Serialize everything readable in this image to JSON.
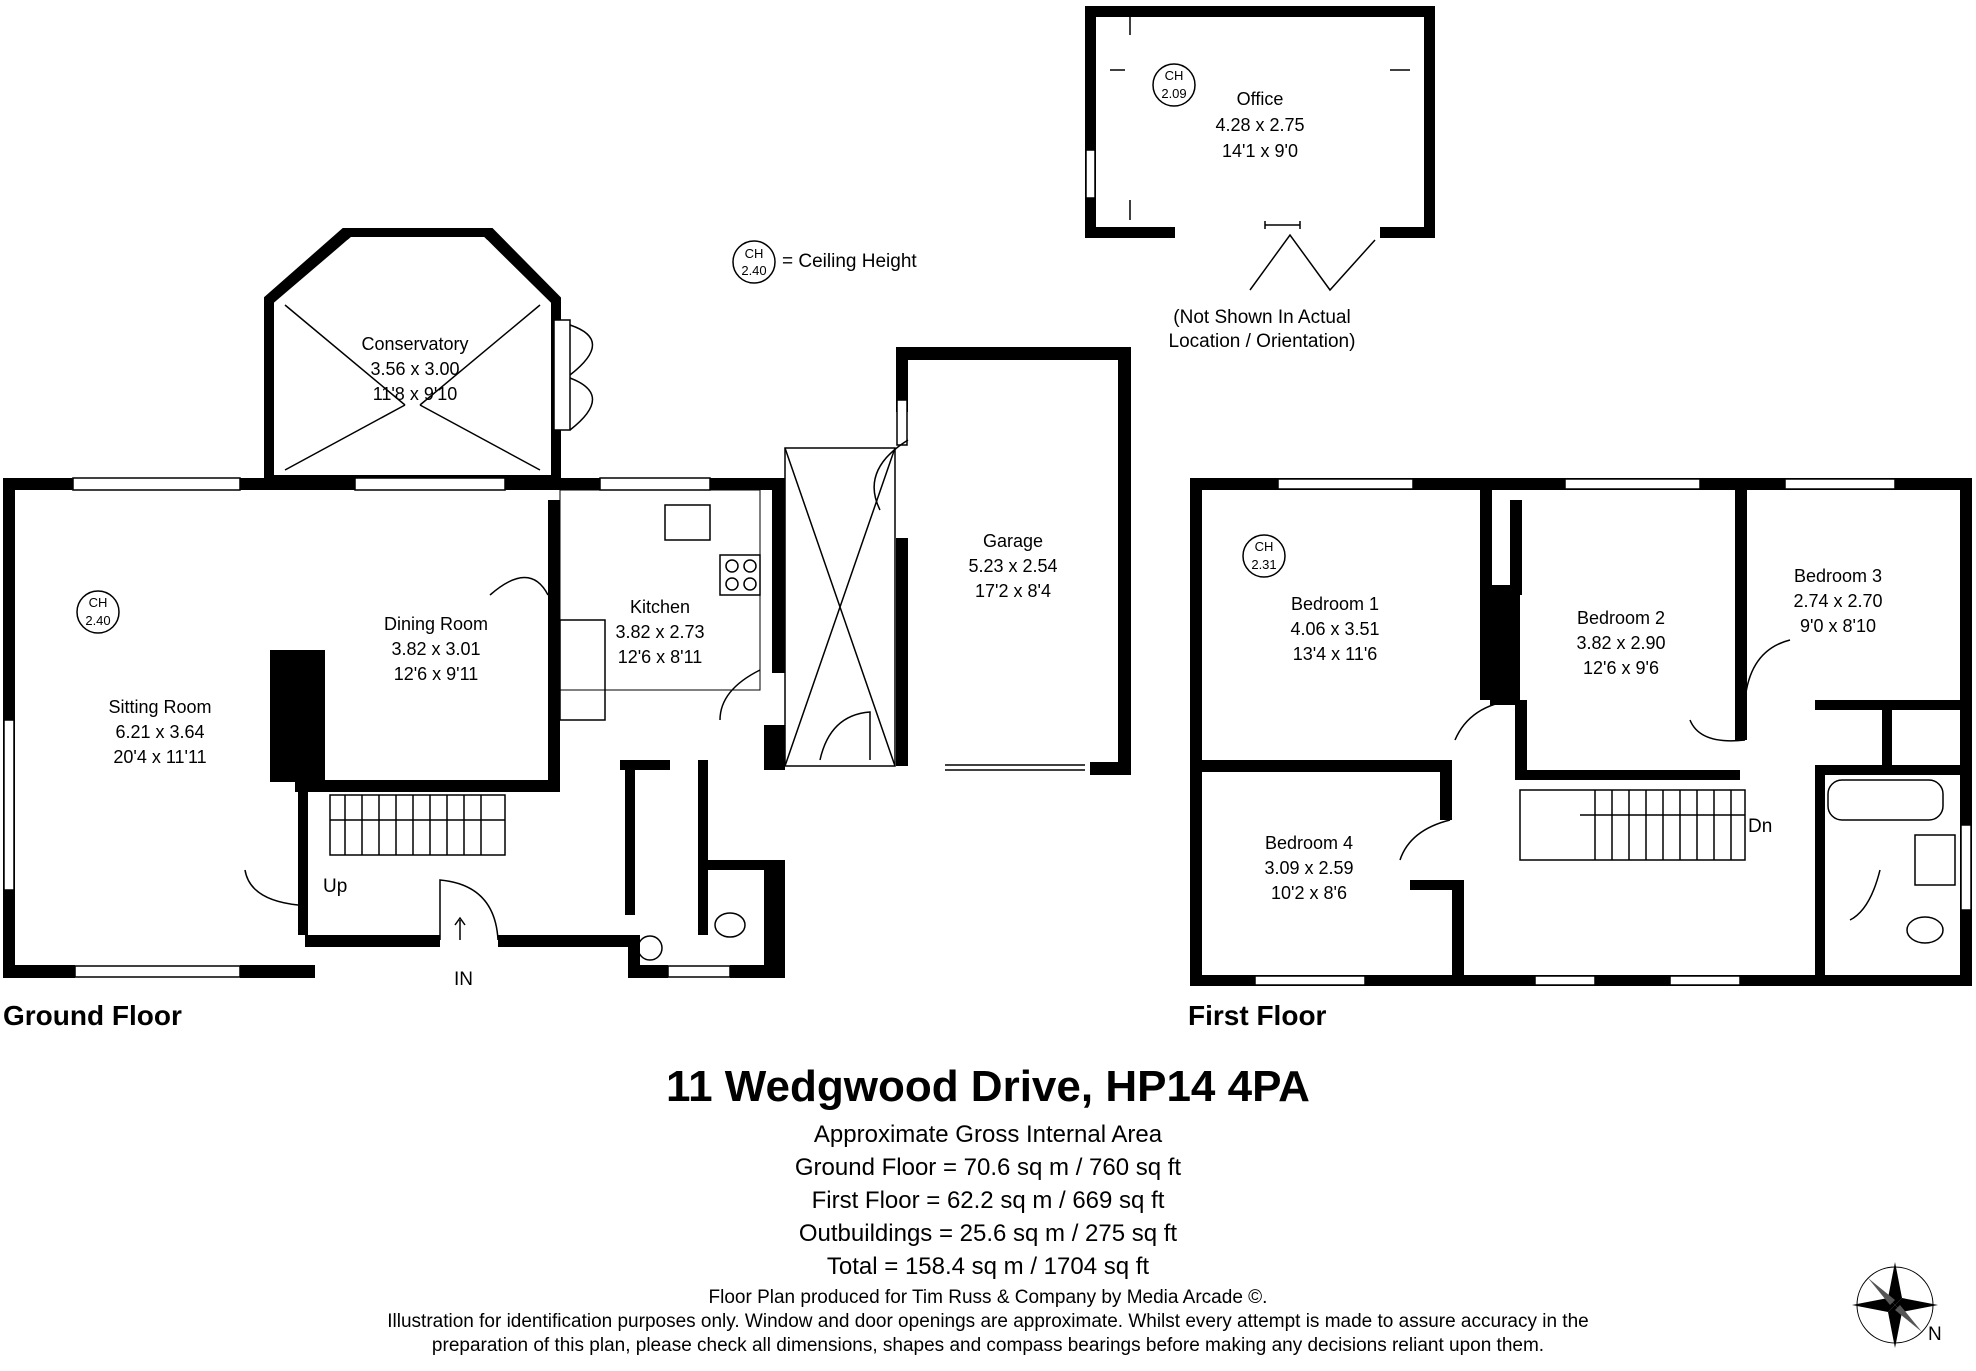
{
  "legend": {
    "ch_value": "2.40",
    "ch_abbr": "CH",
    "text": "= Ceiling Height"
  },
  "rooms": {
    "office": {
      "name": "Office",
      "metric": "4.28 x 2.75",
      "imperial": "14'1 x 9'0",
      "ch": "2.09"
    },
    "conservatory": {
      "name": "Conservatory",
      "metric": "3.56 x 3.00",
      "imperial": "11'8 x 9'10"
    },
    "garage": {
      "name": "Garage",
      "metric": "5.23 x 2.54",
      "imperial": "17'2 x 8'4"
    },
    "sitting": {
      "name": "Sitting Room",
      "metric": "6.21 x 3.64",
      "imperial": "20'4 x 11'11",
      "ch": "2.40"
    },
    "dining": {
      "name": "Dining Room",
      "metric": "3.82 x 3.01",
      "imperial": "12'6 x 9'11"
    },
    "kitchen": {
      "name": "Kitchen",
      "metric": "3.82 x 2.73",
      "imperial": "12'6 x 8'11"
    },
    "bedroom1": {
      "name": "Bedroom 1",
      "metric": "4.06 x 3.51",
      "imperial": "13'4 x 11'6",
      "ch": "2.31"
    },
    "bedroom2": {
      "name": "Bedroom 2",
      "metric": "3.82 x 2.90",
      "imperial": "12'6 x 9'6"
    },
    "bedroom3": {
      "name": "Bedroom 3",
      "metric": "2.74 x 2.70",
      "imperial": "9'0 x 8'10"
    },
    "bedroom4": {
      "name": "Bedroom 4",
      "metric": "3.09 x 2.59",
      "imperial": "10'2 x 8'6"
    }
  },
  "office_note": [
    "(Not Shown In Actual",
    "Location / Orientation)"
  ],
  "labels": {
    "up": "Up",
    "dn": "Dn",
    "in": "IN",
    "ground_floor": "Ground Floor",
    "first_floor": "First Floor",
    "north": "N"
  },
  "footer": {
    "address": "11 Wedgwood Drive, HP14 4PA",
    "area_title": "Approximate Gross Internal Area",
    "ground": "Ground Floor = 70.6 sq m / 760 sq ft",
    "first": "First Floor = 62.2 sq m / 669 sq ft",
    "outbuildings": "Outbuildings = 25.6 sq m / 275 sq ft",
    "total": "Total = 158.4 sq m / 1704 sq ft",
    "credit1": "Floor Plan produced for Tim Russ & Company by Media Arcade ©.",
    "credit2": "Illustration for identification purposes only. Window and door openings are approximate. Whilst every attempt is made to assure accuracy in the",
    "credit3": "preparation of this plan, please check all dimensions, shapes and compass bearings before making any decisions reliant upon them."
  }
}
